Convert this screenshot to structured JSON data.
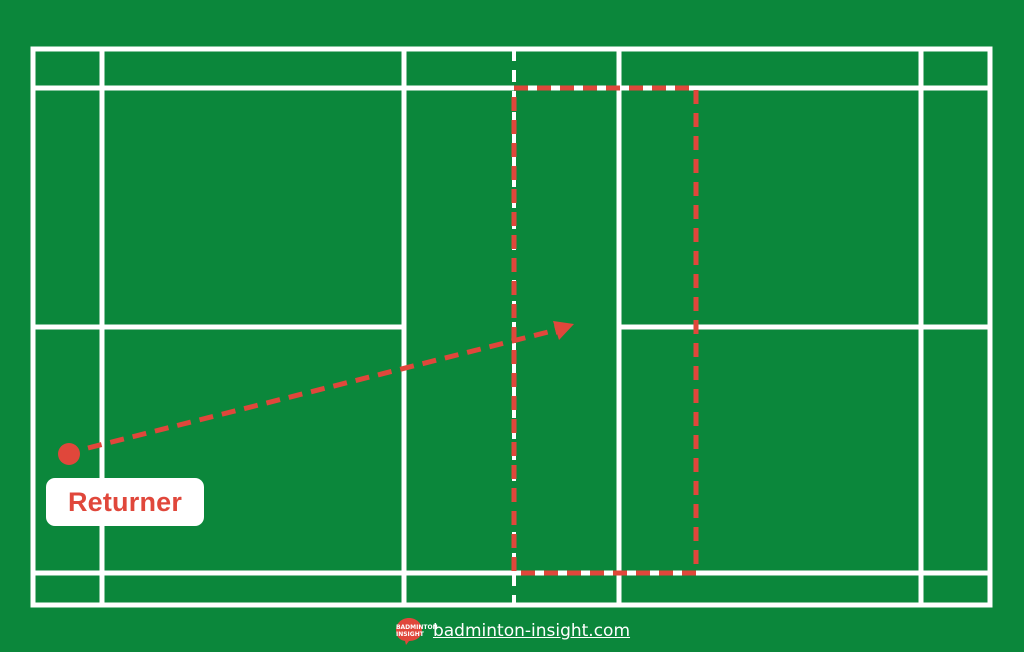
{
  "court": {
    "name": "badminton-court",
    "line_color": "#ffffff",
    "surface_color": "#0b873b"
  },
  "annotation": {
    "color": "#e0473b",
    "player_label": "Returner",
    "target_zone": "front-court-area-beyond-net",
    "arrow": "returner-to-front-court"
  },
  "footer": {
    "logo_icon": "badminton-insight-logo-icon",
    "logo_text": "BADMINTON INSIGHT",
    "site": "badminton-insight.com"
  }
}
